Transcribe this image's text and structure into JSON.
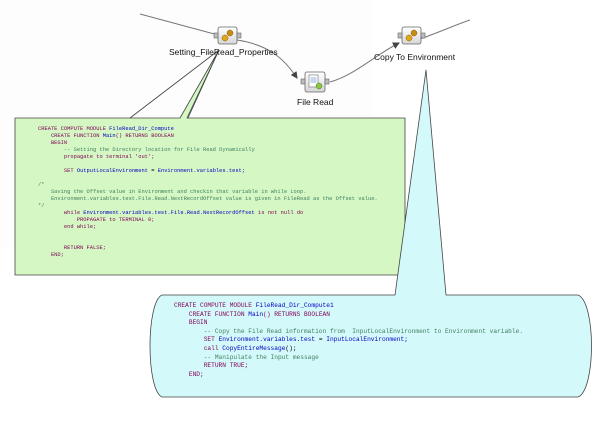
{
  "flow": {
    "nodes": [
      {
        "id": "setting",
        "label": "Setting_FileRead_Properties",
        "icon": "compute-node-icon"
      },
      {
        "id": "fileread",
        "label": "File Read",
        "icon": "file-read-node-icon"
      },
      {
        "id": "copy",
        "label": "Copy To Environment",
        "icon": "compute-node-icon"
      }
    ]
  },
  "colors": {
    "callout1_fill": "#d4f7c4",
    "callout2_fill": "#d4f9fb",
    "callout_border": "#444444",
    "keyword": "#7f0055",
    "comment": "#3f7f5f",
    "identifier": "#0000c0",
    "string": "#2a00ff"
  },
  "code1": [
    [
      {
        "t": "CREATE COMPUTE MODULE ",
        "c": "kw"
      },
      {
        "t": "FileRead_Dir_Compute",
        "c": "id"
      }
    ],
    [
      {
        "t": "    CREATE FUNCTION ",
        "c": "kw"
      },
      {
        "t": "Main",
        "c": "id"
      },
      {
        "t": "() RETURNS BOOLEAN",
        "c": "kw"
      }
    ],
    [
      {
        "t": "    BEGIN",
        "c": "kw"
      }
    ],
    [
      {
        "t": "        -- Setting the Directory location for File Read Dynamically",
        "c": "cm"
      }
    ],
    [
      {
        "t": "        propagate to terminal 'out';",
        "c": "kw"
      }
    ],
    [
      {
        "t": "",
        "c": "pl"
      }
    ],
    [
      {
        "t": "        SET ",
        "c": "kw"
      },
      {
        "t": "OutputLocalEnvironment",
        "c": "id"
      },
      {
        "t": " = ",
        "c": "pl"
      },
      {
        "t": "Environment.variables.test;",
        "c": "id"
      }
    ],
    [
      {
        "t": "",
        "c": "pl"
      }
    ],
    [
      {
        "t": "/*",
        "c": "cm"
      }
    ],
    [
      {
        "t": "    Saving the Offset value in Environment and checkin that variable in while Loop.",
        "c": "cm"
      }
    ],
    [
      {
        "t": "    Environment.variables.test.File.Read.NextRecordOffset value is given in FileRead as the Offset value.",
        "c": "cm"
      }
    ],
    [
      {
        "t": "*/",
        "c": "cm"
      }
    ],
    [
      {
        "t": "        while ",
        "c": "kw"
      },
      {
        "t": "Environment.variables.test.File.Read.NextRecordOffset",
        "c": "id"
      },
      {
        "t": " is not null do",
        "c": "kw"
      }
    ],
    [
      {
        "t": "            PROPAGATE to TERMINAL 0;",
        "c": "kw"
      }
    ],
    [
      {
        "t": "        end while;",
        "c": "kw"
      }
    ],
    [
      {
        "t": "",
        "c": "pl"
      }
    ],
    [
      {
        "t": "",
        "c": "pl"
      }
    ],
    [
      {
        "t": "        RETURN FALSE;",
        "c": "kw"
      }
    ],
    [
      {
        "t": "    END;",
        "c": "kw"
      }
    ]
  ],
  "code2": [
    [
      {
        "t": "CREATE COMPUTE MODULE ",
        "c": "kw"
      },
      {
        "t": "FileRead_Dir_Compute1",
        "c": "id"
      }
    ],
    [
      {
        "t": "    CREATE FUNCTION ",
        "c": "kw"
      },
      {
        "t": "Main",
        "c": "id"
      },
      {
        "t": "() RETURNS BOOLEAN",
        "c": "kw"
      }
    ],
    [
      {
        "t": "    BEGIN",
        "c": "kw"
      }
    ],
    [
      {
        "t": "        -- Copy the File Read information from  InputLocalEnvironment to Environment variable.",
        "c": "cm"
      }
    ],
    [
      {
        "t": "        SET ",
        "c": "kw"
      },
      {
        "t": "Environment.variables.test",
        "c": "id"
      },
      {
        "t": " = ",
        "c": "pl"
      },
      {
        "t": "InputLocalEnvironment;",
        "c": "id"
      }
    ],
    [
      {
        "t": "        call ",
        "c": "kw"
      },
      {
        "t": "CopyEntireMessage",
        "c": "id"
      },
      {
        "t": "();",
        "c": "pl"
      }
    ],
    [
      {
        "t": "        -- Manipulate the Input message",
        "c": "cm"
      }
    ],
    [
      {
        "t": "        RETURN TRUE;",
        "c": "kw"
      }
    ],
    [
      {
        "t": "    END;",
        "c": "kw"
      }
    ]
  ]
}
